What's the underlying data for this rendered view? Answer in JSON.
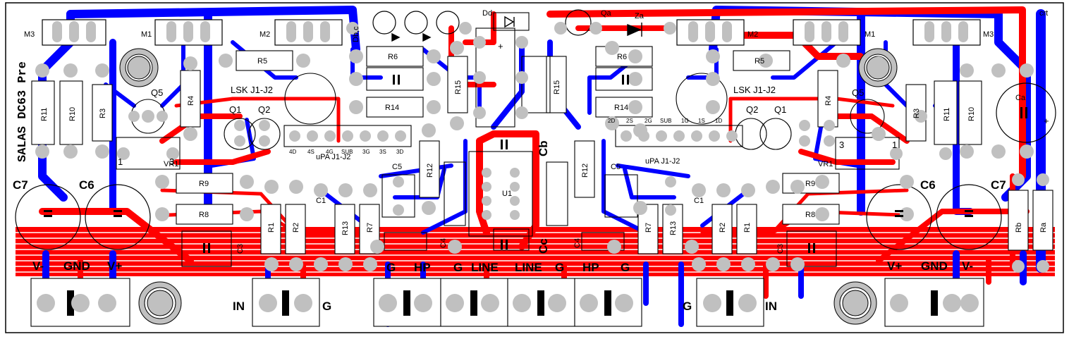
{
  "board": {
    "title": "SALAS DC63 Pre",
    "corner_tag": "crt",
    "colors": {
      "top_copper": "#ff0000",
      "bottom_copper": "#0000ff",
      "pad": "#c0c0c0",
      "outline": "#000000",
      "background": "#ffffff"
    }
  },
  "left": {
    "mosfets": [
      "M3",
      "M1",
      "M2"
    ],
    "resistors": {
      "r5": "R5",
      "r6": "R6",
      "r14": "R14",
      "r15": "R15",
      "r11": "R11",
      "r10": "R10",
      "r3": "R3",
      "r4": "R4",
      "r9": "R9",
      "r8": "R8",
      "r1": "R1",
      "r2": "R2",
      "r13": "R13",
      "r7": "R7",
      "r12": "R12"
    },
    "caps": {
      "c7": "C7",
      "c6": "C6",
      "c5": "C5",
      "c3": "C3",
      "c1": "C1",
      "c4": "C4"
    },
    "q5": "Q5",
    "q1": "Q1",
    "q2": "Q2",
    "lsk": "LSK J1-J2",
    "upa": "uPA J1-J2",
    "vr": {
      "label": "VR1",
      "p1": "1",
      "p3": "3"
    },
    "upa_pins": [
      "4D",
      "4S",
      "4G",
      "SUB",
      "3G",
      "3S",
      "3D"
    ],
    "power": [
      "V-",
      "GND",
      "V+"
    ],
    "in_label": "IN",
    "g_label": "G",
    "out_labels": [
      "G",
      "HP",
      "G",
      "LINE"
    ]
  },
  "right": {
    "mosfets": [
      "M2",
      "M1",
      "M3"
    ],
    "resistors": {
      "r5": "R5",
      "r6": "R6",
      "r14": "R14",
      "r15": "R15",
      "r11": "R11",
      "r10": "R10",
      "r3": "R3",
      "r4": "R4",
      "r9": "R9",
      "r8": "R8",
      "r1": "R1",
      "r2": "R2",
      "r13": "R13",
      "r7": "R7",
      "r12": "R12",
      "ra": "Ra",
      "rb": "Rb"
    },
    "caps": {
      "c7": "C7",
      "c6": "C6",
      "c5": "C5",
      "c3": "C3",
      "c1": "C1",
      "c4": "C4",
      "ca": "Ca"
    },
    "q5": "Q5",
    "q1": "Q1",
    "q2": "Q2",
    "lsk": "LSK J1-J2",
    "upa": "uPA J1-J2",
    "vr": {
      "label": "VR1",
      "p1": "1",
      "p3": "3"
    },
    "upa_pins": [
      "2D",
      "2S",
      "2G",
      "SUB",
      "1G",
      "1S",
      "1D"
    ],
    "power": [
      "V+",
      "GND",
      "V-"
    ],
    "in_label": "IN",
    "g_label": "G",
    "out_labels": [
      "LINE",
      "G",
      "HP",
      "G"
    ]
  },
  "center": {
    "ic": "U1",
    "diode_label": "Dd",
    "led_label": "Db,c",
    "qa": "Qa",
    "za": "Za",
    "cb": "Cb",
    "cc": "Cc",
    "plus": "+"
  }
}
